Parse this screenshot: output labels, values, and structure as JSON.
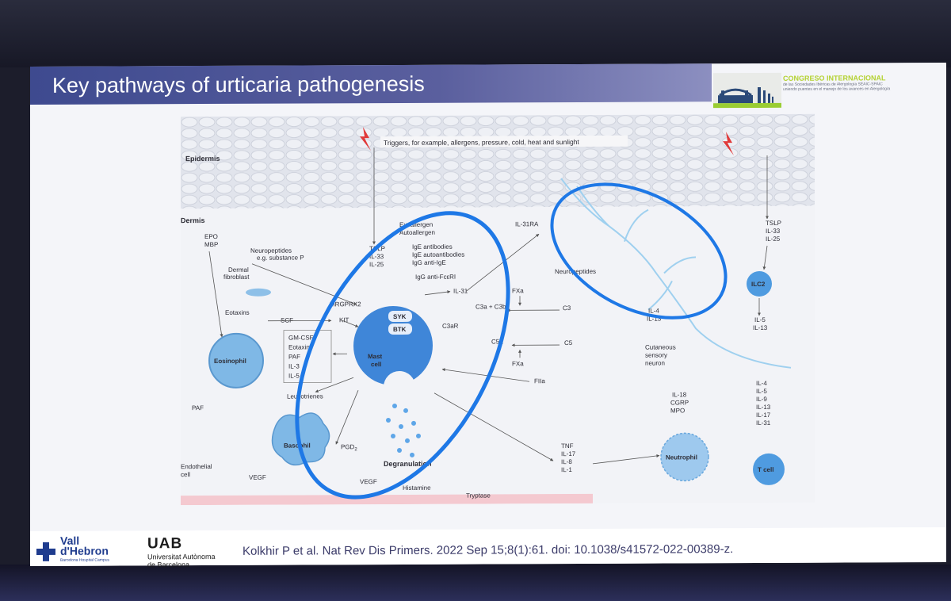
{
  "slide": {
    "title": "Key pathways of urticaria pathogenesis",
    "congress": {
      "heading": "CONGRESO INTERNACIONAL",
      "subtext": "de las Sociedades Ibéricas de Alergología SEAIC-SPAIC",
      "subtext2": "uniendo puentes en el manejo de los avances en Alergología"
    },
    "citation": "Kolkhir P et al. Nat Rev Dis Primers. 2022 Sep 15;8(1):61. doi: 10.1038/s41572-022-00389-z.",
    "logos": {
      "vall_hebron": {
        "line1": "Vall",
        "line2": "d'Hebron",
        "sub": "Barcelona Hospital Campus"
      },
      "uab": {
        "name": "UAB",
        "line1": "Universitat Autònoma",
        "line2": "de Barcelona"
      }
    }
  },
  "figure": {
    "layers": {
      "epidermis": "Epidermis",
      "dermis": "Dermis"
    },
    "triggers": "Triggers, for example, allergens, pressure, cold, heat and sunlight",
    "top_left": {
      "epo": "EPO",
      "mbp": "MBP",
      "neuro1": "Neuropeptides",
      "neuro2": "e.g. substance P",
      "fib1": "Dermal",
      "fib2": "fibroblast"
    },
    "eotaxins": "Eotaxins",
    "scf": "SCF",
    "kit": "KIT",
    "mrgprx2": "MRGPRX2",
    "cytokine_box": [
      "GM-CSF",
      "Eotaxins",
      "PAF",
      "IL-3",
      "IL-5"
    ],
    "eosinophil": "Eosinophil",
    "paf": "PAF",
    "leukotrienes": "Leukotrienes",
    "basophil": "Basophil",
    "pgd2": "PGD",
    "pgd2_sub": "2",
    "endothelial1": "Endothelial",
    "endothelial2": "cell",
    "vegf_left": "VEGF",
    "vegf_mid": "VEGF",
    "histamine": "Histamine",
    "tryptase": "Tryptase",
    "degranulation": "Degranulation",
    "mast_cell1": "Mast",
    "mast_cell2": "cell",
    "syk": "SYK",
    "btk": "BTK",
    "tslp_group": [
      "TSLP",
      "IL-33",
      "IL-25"
    ],
    "antigens": [
      "Exoallergen",
      "Autoallergen"
    ],
    "antibodies": [
      "IgE antibodies",
      "IgE autoantibodies",
      "IgG anti-IgE"
    ],
    "fceri": "IgG anti-FcεRI",
    "il31": "IL-31",
    "il31ra": "IL-31RA",
    "c3a_c3b": "C3a + C3b",
    "c3ar": "C3aR",
    "c5a": "C5a",
    "c3": "C3",
    "c5": "C5",
    "fxa_top": "FXa",
    "fxa_mid": "FXa",
    "fiia": "FIIa",
    "neuropeptides": "Neuropeptides",
    "il4_il13": [
      "IL-4",
      "IL-13"
    ],
    "neuron": [
      "Cutaneous",
      "sensory",
      "neuron"
    ],
    "right_top": [
      "TSLP",
      "IL-33",
      "IL-25"
    ],
    "ilc2": "ILC2",
    "il5_il13": [
      "IL-5",
      "IL-13"
    ],
    "tnf_group": [
      "TNF",
      "IL-17",
      "IL-8",
      "IL-1"
    ],
    "neutrophil_cyto": [
      "IL-18",
      "CGRP",
      "MPO"
    ],
    "neutrophil": "Neutrophil",
    "tcell_cyto": [
      "IL-4",
      "IL-5",
      "IL-9",
      "IL-13",
      "IL-17",
      "IL-31"
    ],
    "tcell": "T cell"
  },
  "colors": {
    "title_bar": "#4a5597",
    "ellipse": "#1e78e6",
    "cell_blue": "#4f9be0",
    "congress_green": "#b4d232",
    "vall_hebron_blue": "#1f3c8e"
  }
}
